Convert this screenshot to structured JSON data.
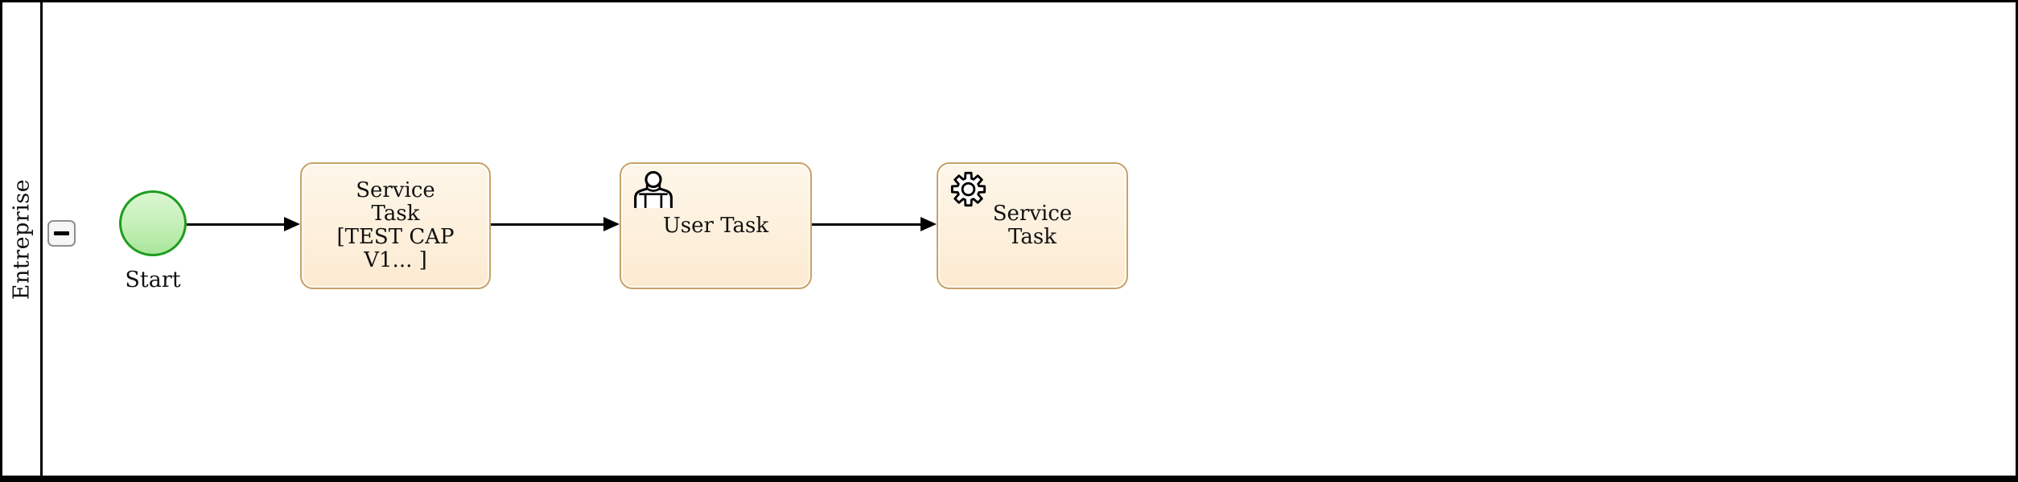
{
  "lane": {
    "label": "Entreprise"
  },
  "collapse_button": {
    "symbol": "−",
    "state": "expanded"
  },
  "start_event": {
    "label": "Start"
  },
  "tasks": [
    {
      "label_lines": [
        "Service",
        "Task",
        "[TEST CAP",
        "V1... ]"
      ],
      "icon": "none"
    },
    {
      "label_lines": [
        "User Task"
      ],
      "icon": "user-icon"
    },
    {
      "label_lines": [
        "Service",
        "Task"
      ],
      "icon": "gear-icon"
    }
  ],
  "flows": {
    "count": 3
  },
  "colors": {
    "frame": "#000000",
    "task_border": "#c8a269",
    "task_fill_top": "#fdf6e9",
    "task_fill_bottom": "#fcead0",
    "start_border": "#1f9c1f",
    "start_fill_top": "#daf7d1",
    "start_fill_bottom": "#a8e59b",
    "collapse_border": "#8f8f8f",
    "collapse_fill": "#f6f6f6"
  }
}
